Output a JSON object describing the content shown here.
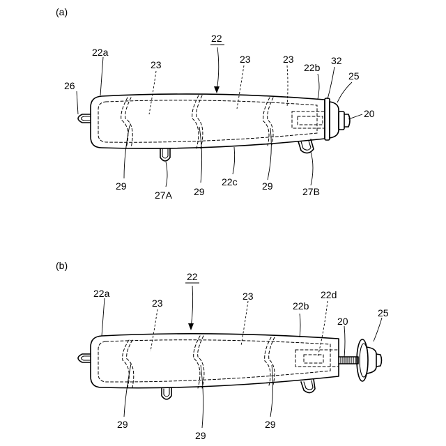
{
  "figure_a": {
    "caption": "(a)",
    "labels": {
      "body": "22",
      "front": "22a",
      "rear": "22b",
      "bottom": "22c",
      "eye": "26",
      "chamber1": "23",
      "chamber2": "23",
      "chamber3": "23",
      "ring": "32",
      "cap": "25",
      "screw": "20",
      "fin1": "29",
      "fin2": "29",
      "fin3": "29",
      "hanger_a": "27A",
      "hanger_b": "27B"
    }
  },
  "figure_b": {
    "caption": "(b)",
    "labels": {
      "body": "22",
      "front": "22a",
      "chamber1": "23",
      "chamber2": "23",
      "rear": "22b",
      "bore": "22d",
      "screw": "20",
      "cap": "25",
      "fin1": "29",
      "fin2": "29",
      "fin3": "29"
    }
  }
}
